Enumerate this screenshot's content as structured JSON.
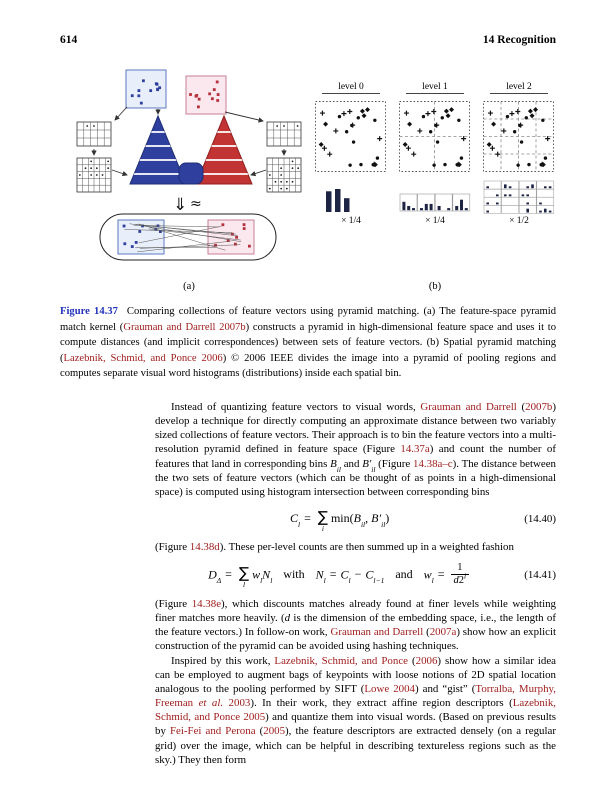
{
  "page": {
    "number": "614",
    "chapter_header": "14  Recognition"
  },
  "colors": {
    "citation_red": "#9e1a1a",
    "figure_label_blue": "#2233bb",
    "pyramid_blue": "#2e3f9e",
    "pyramid_red": "#c23434",
    "histogram_bar": "#1d2444"
  },
  "figure": {
    "sublabel_a": "(a)",
    "sublabel_b": "(b)",
    "down_arrow": "⇓",
    "approx": "≈",
    "panels": [
      {
        "label": "level 0",
        "multiplier": "× 1/4"
      },
      {
        "label": "level 1",
        "multiplier": "× 1/4"
      },
      {
        "label": "level 2",
        "multiplier": "× 1/2"
      }
    ]
  },
  "caption": {
    "segments": [
      {
        "t": "Figure 14.37",
        "cls": "figlabel"
      },
      {
        "t": "Comparing collections of feature vectors using pyramid matching. (a) The feature-space pyramid match kernel ("
      },
      {
        "t": "Grauman and Darrell 2007b",
        "cls": "link"
      },
      {
        "t": ") constructs a pyramid in high-dimensional feature space and uses it to compute distances (and implicit correspondences) between sets of feature vectors. (b) Spatial pyramid matching ("
      },
      {
        "t": "Lazebnik, Schmid, and Ponce 2006",
        "cls": "link"
      },
      {
        "t": ") © 2006 IEEE divides the image into a pyramid of pooling regions and computes separate visual word histograms (distributions) inside each spatial bin."
      }
    ]
  },
  "body": {
    "p1": {
      "segments": [
        {
          "t": "Instead of quantizing feature vectors to visual words, "
        },
        {
          "t": "Grauman and Darrell",
          "cls": "link"
        },
        {
          "t": " ("
        },
        {
          "t": "2007b",
          "cls": "link"
        },
        {
          "t": ") develop a technique for directly computing an approximate distance between two variably sized collections of feature vectors.  Their approach is to bin the feature vectors into a multi-resolution pyramid defined in feature space (Figure "
        },
        {
          "t": "14.37a",
          "cls": "link"
        },
        {
          "t": ") and count the number of features that land in corresponding bins "
        },
        {
          "t": "B",
          "cls": "var"
        },
        {
          "t": "il",
          "sub": true
        },
        {
          "t": " and "
        },
        {
          "t": "B′",
          "cls": "var"
        },
        {
          "t": "il",
          "sub": true
        },
        {
          "t": " (Figure "
        },
        {
          "t": "14.38a–c",
          "cls": "link"
        },
        {
          "t": ").  The distance between the two sets of feature vectors (which can be thought of as points in a high-dimensional space) is computed using histogram intersection between corresponding bins"
        }
      ]
    },
    "p2": {
      "segments": [
        {
          "t": "(Figure "
        },
        {
          "t": "14.38d",
          "cls": "link"
        },
        {
          "t": ").  These per-level counts are then summed up in a weighted fashion"
        }
      ]
    },
    "p3": {
      "segments": [
        {
          "t": "(Figure "
        },
        {
          "t": "14.38e",
          "cls": "link"
        },
        {
          "t": "), which discounts matches already found at finer levels while weighting finer matches more heavily.  ("
        },
        {
          "t": "d",
          "cls": "var"
        },
        {
          "t": " is the dimension of the embedding space, i.e., the length of the feature vectors.)  In follow-on work, "
        },
        {
          "t": "Grauman and Darrell",
          "cls": "link"
        },
        {
          "t": " ("
        },
        {
          "t": "2007a",
          "cls": "link"
        },
        {
          "t": ") show how an explicit construction of the pyramid can be avoided using hashing techniques."
        }
      ]
    },
    "p4": {
      "segments": [
        {
          "t": "Inspired by this work, "
        },
        {
          "t": "Lazebnik, Schmid, and Ponce",
          "cls": "link"
        },
        {
          "t": " ("
        },
        {
          "t": "2006",
          "cls": "link"
        },
        {
          "t": ") show how a similar idea can be employed to augment bags of keypoints with loose notions of 2D spatial location analogous to the pooling performed by SIFT ("
        },
        {
          "t": "Lowe 2004",
          "cls": "link"
        },
        {
          "t": ") and “gist” ("
        },
        {
          "t": "Torralba, Murphy, Freeman",
          "cls": "link"
        },
        {
          "t": " et al.",
          "cls": "link it"
        },
        {
          "t": " 2003",
          "cls": "link"
        },
        {
          "t": ").  In their work, they extract affine region descriptors ("
        },
        {
          "t": "Lazebnik, Schmid, and Ponce 2005",
          "cls": "link"
        },
        {
          "t": ") and quantize them into visual words.  (Based on previous results by "
        },
        {
          "t": "Fei-Fei and Perona",
          "cls": "link"
        },
        {
          "t": " ("
        },
        {
          "t": "2005",
          "cls": "link"
        },
        {
          "t": "), the feature descriptors are extracted densely (on a regular grid) over the image, which can be helpful in describing textureless regions such as the sky.)  They then form"
        }
      ]
    }
  },
  "equations": {
    "eq40": {
      "number": "(14.40)",
      "lhs": "C",
      "lhs_sub": "l",
      "rel": "=",
      "sigma": "∑",
      "sigma_sub": "i",
      "body_pre": "min(",
      "t1": "B",
      "t1_sub": "il",
      "sep": ", ",
      "t2": "B′",
      "t2_sub": "il",
      "body_post": ")"
    },
    "eq41": {
      "number": "(14.41)",
      "lhs": "D",
      "lhs_sub": "Δ",
      "rel": "=",
      "sigma": "∑",
      "sigma_sub": "l",
      "w": "w",
      "w_sub": "l",
      "N": "N",
      "N_sub": "l",
      "word1": "with",
      "N2": "N",
      "N2_sub": "l",
      "rel2": "=",
      "C1": "C",
      "C1_sub": "l",
      "minus": "−",
      "C2": "C",
      "C2_sub": "l−1",
      "word2": "and",
      "w2": "w",
      "w2_sub": "l",
      "rel3": "=",
      "frac_num": "1",
      "den_d": "d",
      "den_base": "2",
      "den_exp": "l"
    }
  }
}
